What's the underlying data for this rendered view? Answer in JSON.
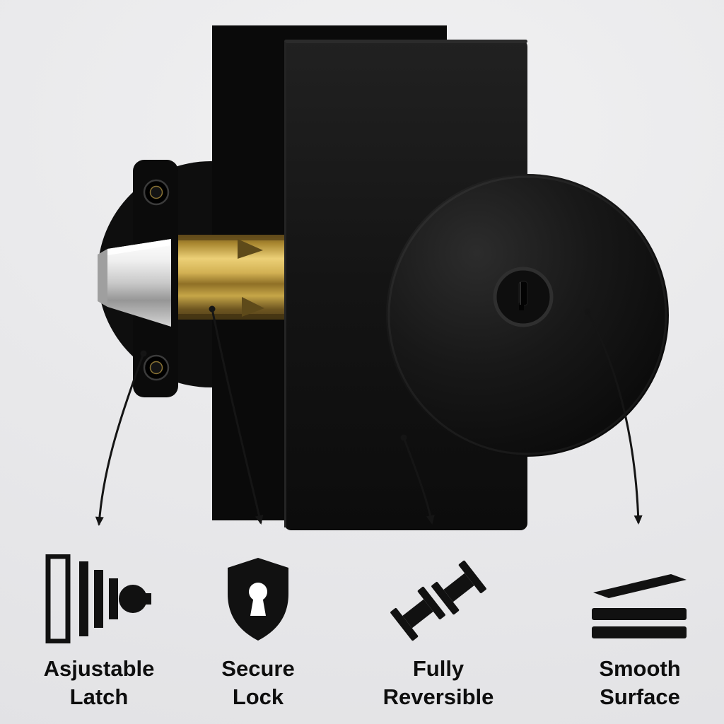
{
  "image": {
    "type": "product-feature-infographic",
    "background": "#e9e9eb"
  },
  "colors": {
    "product_body": "#121212",
    "brass_cylinder": "#c9a84a",
    "chrome_latch": "#d9d9d9",
    "arrow": "#151515",
    "text": "#0e0e0e"
  },
  "features": [
    {
      "id": "adjustable-latch",
      "icon": "latch-icon",
      "line1": "Asjustable",
      "line2": "Latch"
    },
    {
      "id": "secure-lock",
      "icon": "shield-keyhole-icon",
      "line1": "Secure",
      "line2": "Lock"
    },
    {
      "id": "fully-reversible",
      "icon": "reversible-rotation-icon",
      "line1": "Fully",
      "line2": "Reversible"
    },
    {
      "id": "smooth-surface",
      "icon": "layered-surface-icon",
      "line1": "Smooth",
      "line2": "Surface"
    }
  ]
}
